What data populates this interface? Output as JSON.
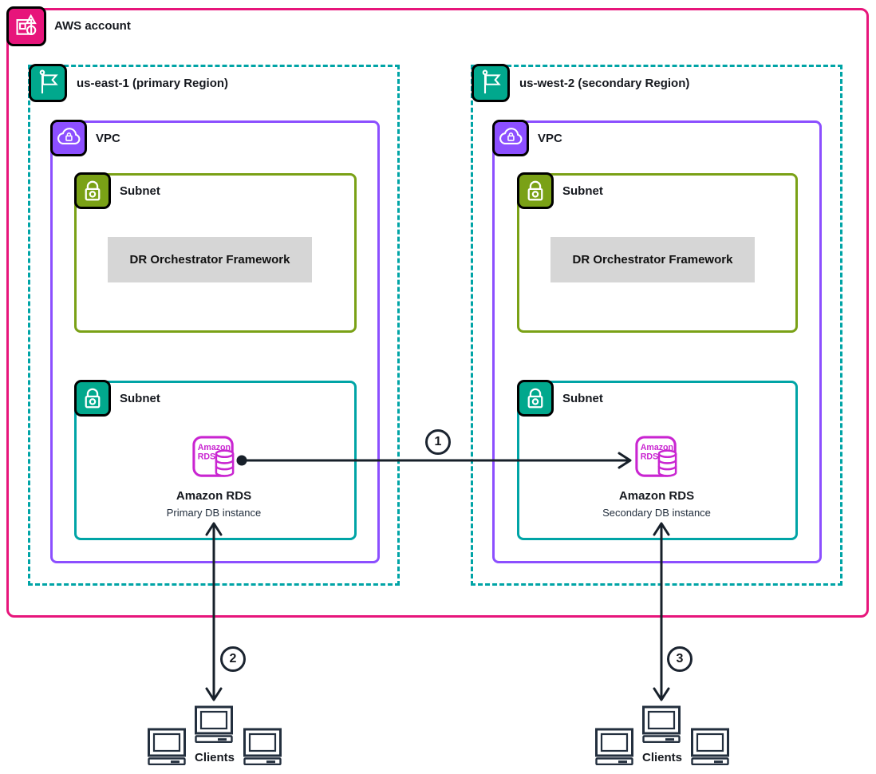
{
  "account": {
    "label": "AWS account",
    "color": "#E7157B",
    "icon": "aws-account-icon"
  },
  "regions": [
    {
      "label": "us-east-1 (primary Region)",
      "icon": "region-flag-icon",
      "color": "#00A4A6",
      "vpc": {
        "label": "VPC",
        "color": "#8C4FFF",
        "subnets": [
          {
            "label": "Subnet",
            "color": "#7AA116",
            "framework_label": "DR Orchestrator Framework"
          },
          {
            "label": "Subnet",
            "color": "#00A4A6",
            "rds": {
              "icon_line1": "Amazon",
              "icon_line2": "RDS",
              "name": "Amazon RDS",
              "instance": "Primary DB instance",
              "color": "#C925D1"
            }
          }
        ]
      }
    },
    {
      "label": "us-west-2 (secondary Region)",
      "icon": "region-flag-icon",
      "color": "#00A4A6",
      "vpc": {
        "label": "VPC",
        "color": "#8C4FFF",
        "subnets": [
          {
            "label": "Subnet",
            "color": "#7AA116",
            "framework_label": "DR Orchestrator Framework"
          },
          {
            "label": "Subnet",
            "color": "#00A4A6",
            "rds": {
              "icon_line1": "Amazon",
              "icon_line2": "RDS",
              "name": "Amazon RDS",
              "instance": "Secondary DB instance",
              "color": "#C925D1"
            }
          }
        ]
      }
    }
  ],
  "connections": [
    {
      "badge": "1"
    },
    {
      "badge": "2"
    },
    {
      "badge": "3"
    }
  ],
  "client_groups": [
    {
      "label": "Clients"
    },
    {
      "label": "Clients"
    }
  ],
  "arrow_color": "#17202A"
}
